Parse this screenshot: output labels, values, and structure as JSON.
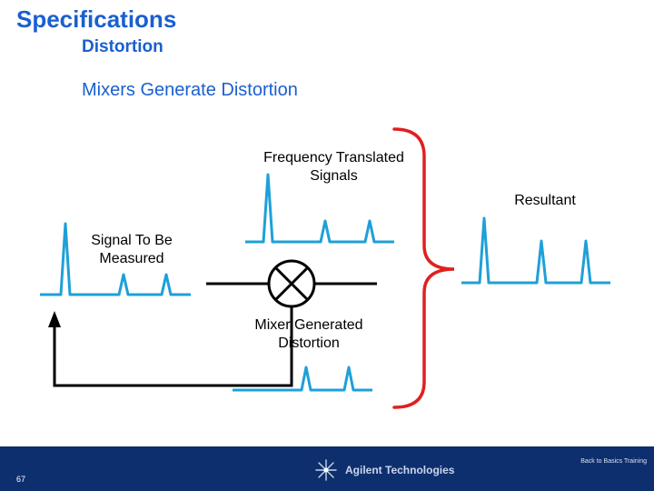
{
  "header": {
    "title": "Specifications",
    "subtitle": "Distortion",
    "heading": "Mixers Generate Distortion"
  },
  "diagram": {
    "label_frequency_translated": "Frequency Translated Signals",
    "label_resultant": "Resultant",
    "label_signal_to_measure": "Signal To Be Measured",
    "label_mixer_generated": "Mixer Generated Distortion"
  },
  "footer": {
    "page_number": "67",
    "back_to_basics": "Back to Basics Training",
    "brand": "Agilent Technologies"
  },
  "colors": {
    "accent": "#1a5fcf",
    "signal": "#1ea0d8",
    "bracket": "#e02020",
    "footer_bg": "#0e2f6e"
  }
}
